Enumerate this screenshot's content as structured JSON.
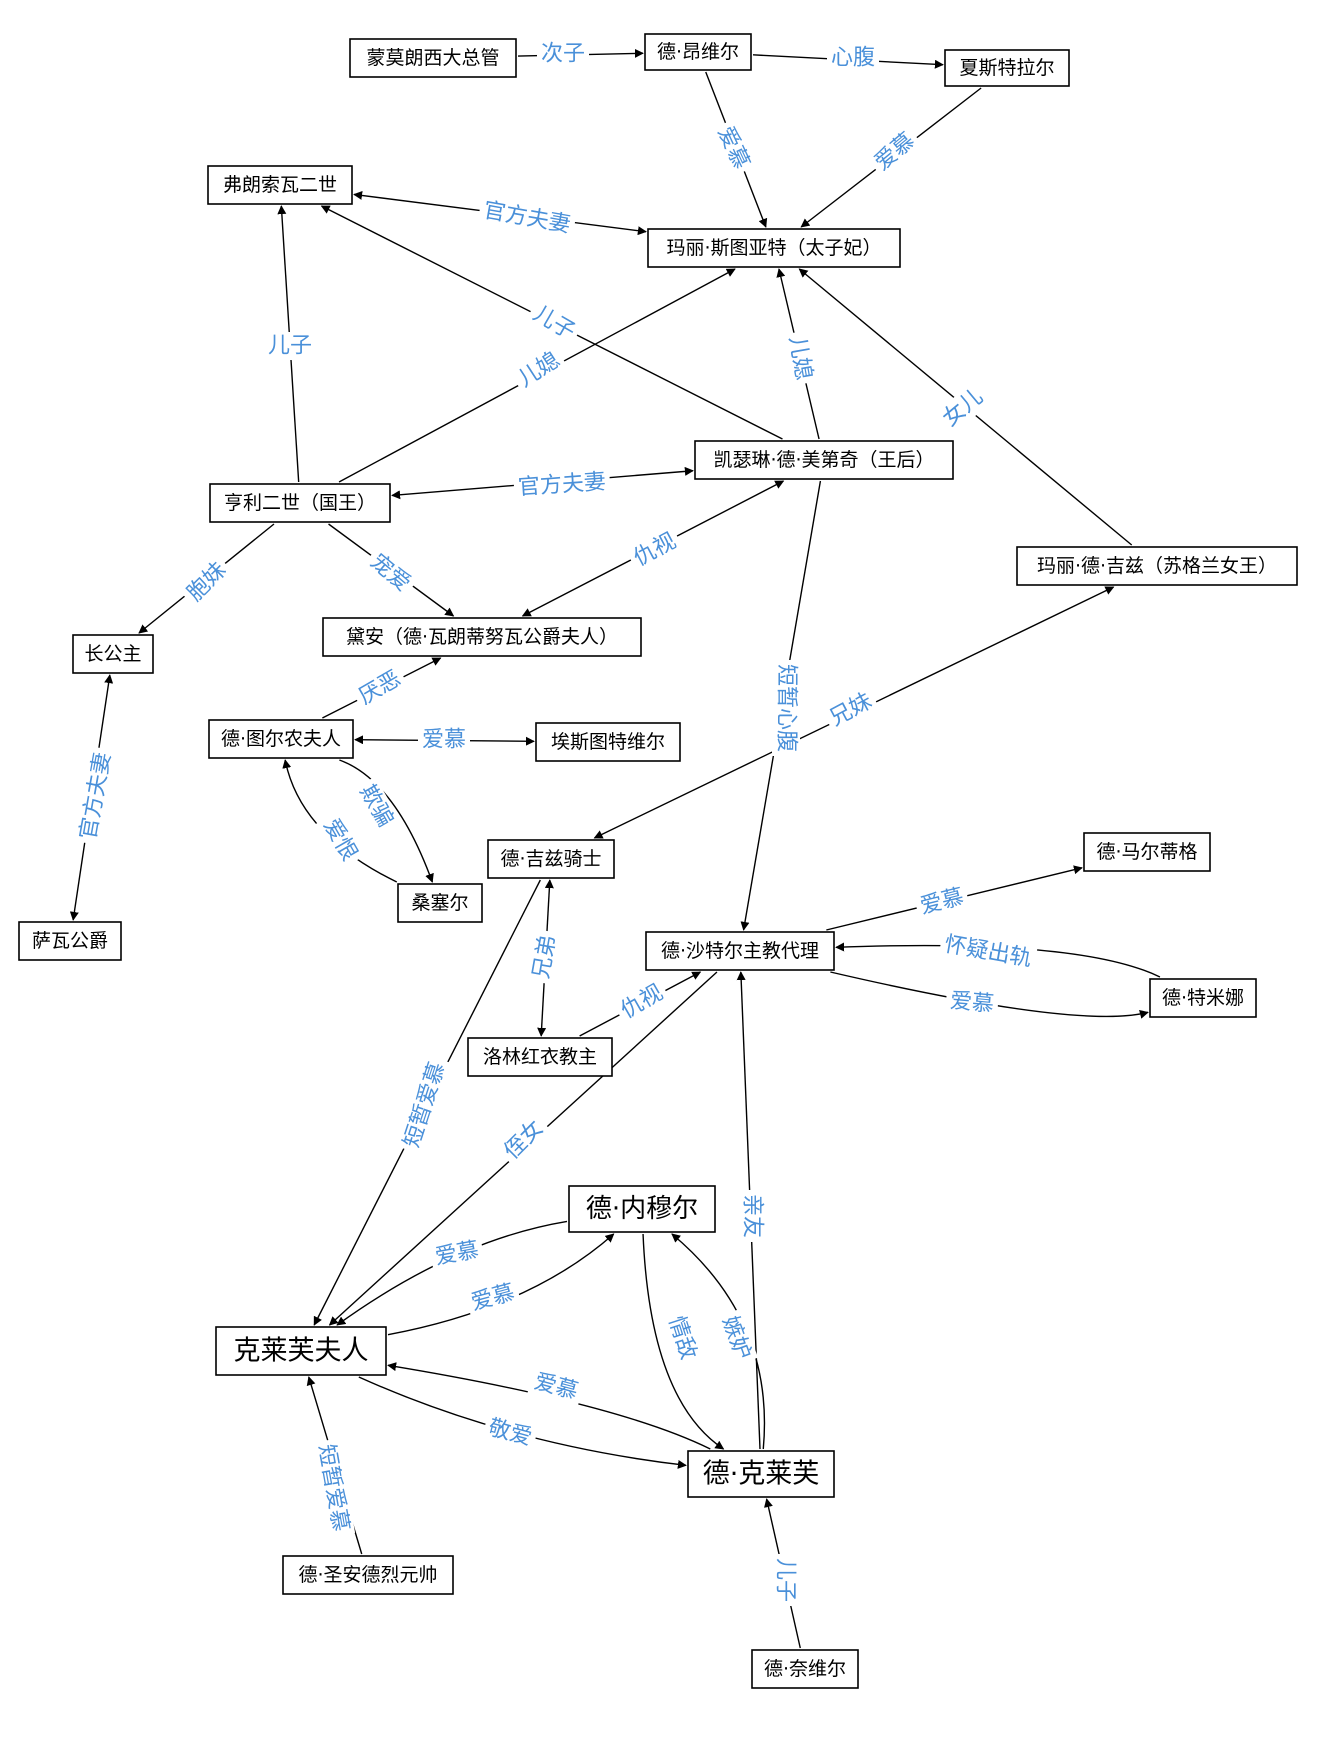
{
  "colors": {
    "node_border": "#000000",
    "label": "#4a90d9",
    "background": "#ffffff"
  },
  "nodes": [
    {
      "id": "mengmolang",
      "label": "蒙莫朗西大总管"
    },
    {
      "id": "angweier",
      "label": "德·昂维尔"
    },
    {
      "id": "xiasite",
      "label": "夏斯特拉尔"
    },
    {
      "id": "fulangsuowa",
      "label": "弗朗索瓦二世"
    },
    {
      "id": "mali_stuart",
      "label": "玛丽·斯图亚特（太子妃）"
    },
    {
      "id": "kaiselin",
      "label": "凯瑟琳·德·美第奇（王后）"
    },
    {
      "id": "hengli",
      "label": "亨利二世（国王）"
    },
    {
      "id": "mali_guise",
      "label": "玛丽·德·吉兹（苏格兰女王）"
    },
    {
      "id": "zhanggongzhu",
      "label": "长公主"
    },
    {
      "id": "daian",
      "label": "黛安（德·瓦朗蒂努瓦公爵夫人）"
    },
    {
      "id": "tuernong",
      "label": "德·图尔农夫人"
    },
    {
      "id": "aisitu",
      "label": "埃斯图特维尔"
    },
    {
      "id": "sangsaier",
      "label": "桑塞尔"
    },
    {
      "id": "jizi_qishi",
      "label": "德·吉兹骑士"
    },
    {
      "id": "maertige",
      "label": "德·马尔蒂格"
    },
    {
      "id": "shateer",
      "label": "德·沙特尔主教代理"
    },
    {
      "id": "temina",
      "label": "德·特米娜"
    },
    {
      "id": "luolin",
      "label": "洛林红衣教主"
    },
    {
      "id": "sawa",
      "label": "萨瓦公爵"
    },
    {
      "id": "neimuer",
      "label": "德·内穆尔"
    },
    {
      "id": "kelaifu_furen",
      "label": "克莱芙夫人"
    },
    {
      "id": "kelaifu",
      "label": "德·克莱芙"
    },
    {
      "id": "shengande",
      "label": "德·圣安德烈元帅"
    },
    {
      "id": "naiweier",
      "label": "德·奈维尔"
    }
  ],
  "edges": [
    {
      "from": "mengmolang",
      "to": "angweier",
      "label": "次子"
    },
    {
      "from": "angweier",
      "to": "xiasite",
      "label": "心腹"
    },
    {
      "from": "angweier",
      "to": "mali_stuart",
      "label": "爱慕"
    },
    {
      "from": "xiasite",
      "to": "mali_stuart",
      "label": "爱慕"
    },
    {
      "from": "fulangsuowa",
      "to": "mali_stuart",
      "label": "官方夫妻",
      "bidirectional": true
    },
    {
      "from": "kaiselin",
      "to": "fulangsuowa",
      "label": "儿子"
    },
    {
      "from": "kaiselin",
      "to": "mali_stuart",
      "label": "儿媳"
    },
    {
      "from": "hengli",
      "to": "mali_stuart",
      "label": "儿媳"
    },
    {
      "from": "hengli",
      "to": "fulangsuowa",
      "label": "儿子"
    },
    {
      "from": "mali_guise",
      "to": "mali_stuart",
      "label": "女儿"
    },
    {
      "from": "hengli",
      "to": "kaiselin",
      "label": "官方夫妻",
      "bidirectional": true
    },
    {
      "from": "hengli",
      "to": "zhanggongzhu",
      "label": "胞妹"
    },
    {
      "from": "hengli",
      "to": "daian",
      "label": "宠爱"
    },
    {
      "from": "kaiselin",
      "to": "daian",
      "label": "仇视",
      "bidirectional": true
    },
    {
      "from": "tuernong",
      "to": "daian",
      "label": "厌恶"
    },
    {
      "from": "tuernong",
      "to": "aisitu",
      "label": "爱慕",
      "bidirectional": true
    },
    {
      "from": "tuernong",
      "to": "sangsaier",
      "label": "欺骗"
    },
    {
      "from": "sangsaier",
      "to": "tuernong",
      "label": "爱恨"
    },
    {
      "from": "zhanggongzhu",
      "to": "sawa",
      "label": "官方夫妻",
      "bidirectional": true
    },
    {
      "from": "kaiselin",
      "to": "shateer",
      "label": "短暂心腹"
    },
    {
      "from": "mali_guise",
      "to": "jizi_qishi",
      "label": "兄妹",
      "bidirectional": true
    },
    {
      "from": "jizi_qishi",
      "to": "luolin",
      "label": "兄弟",
      "bidirectional": true
    },
    {
      "from": "shateer",
      "to": "maertige",
      "label": "爱慕"
    },
    {
      "from": "temina",
      "to": "shateer",
      "label": "怀疑出轨"
    },
    {
      "from": "shateer",
      "to": "temina",
      "label": "爱慕"
    },
    {
      "from": "luolin",
      "to": "shateer",
      "label": "仇视"
    },
    {
      "from": "jizi_qishi",
      "to": "kelaifu_furen",
      "label": "短暂爱慕"
    },
    {
      "from": "shateer",
      "to": "kelaifu_furen",
      "label": "侄女"
    },
    {
      "from": "kelaifu",
      "to": "shateer",
      "label": "亲友"
    },
    {
      "from": "neimuer",
      "to": "kelaifu_furen",
      "label": "爱慕"
    },
    {
      "from": "kelaifu_furen",
      "to": "neimuer",
      "label": "爱慕"
    },
    {
      "from": "neimuer",
      "to": "kelaifu",
      "label": "情敌"
    },
    {
      "from": "kelaifu",
      "to": "neimuer",
      "label": "嫉妒"
    },
    {
      "from": "kelaifu",
      "to": "kelaifu_furen",
      "label": "爱慕"
    },
    {
      "from": "kelaifu_furen",
      "to": "kelaifu",
      "label": "敬爱"
    },
    {
      "from": "shengande",
      "to": "kelaifu_furen",
      "label": "短暂爱慕"
    },
    {
      "from": "naiweier",
      "to": "kelaifu",
      "label": "儿子"
    }
  ]
}
